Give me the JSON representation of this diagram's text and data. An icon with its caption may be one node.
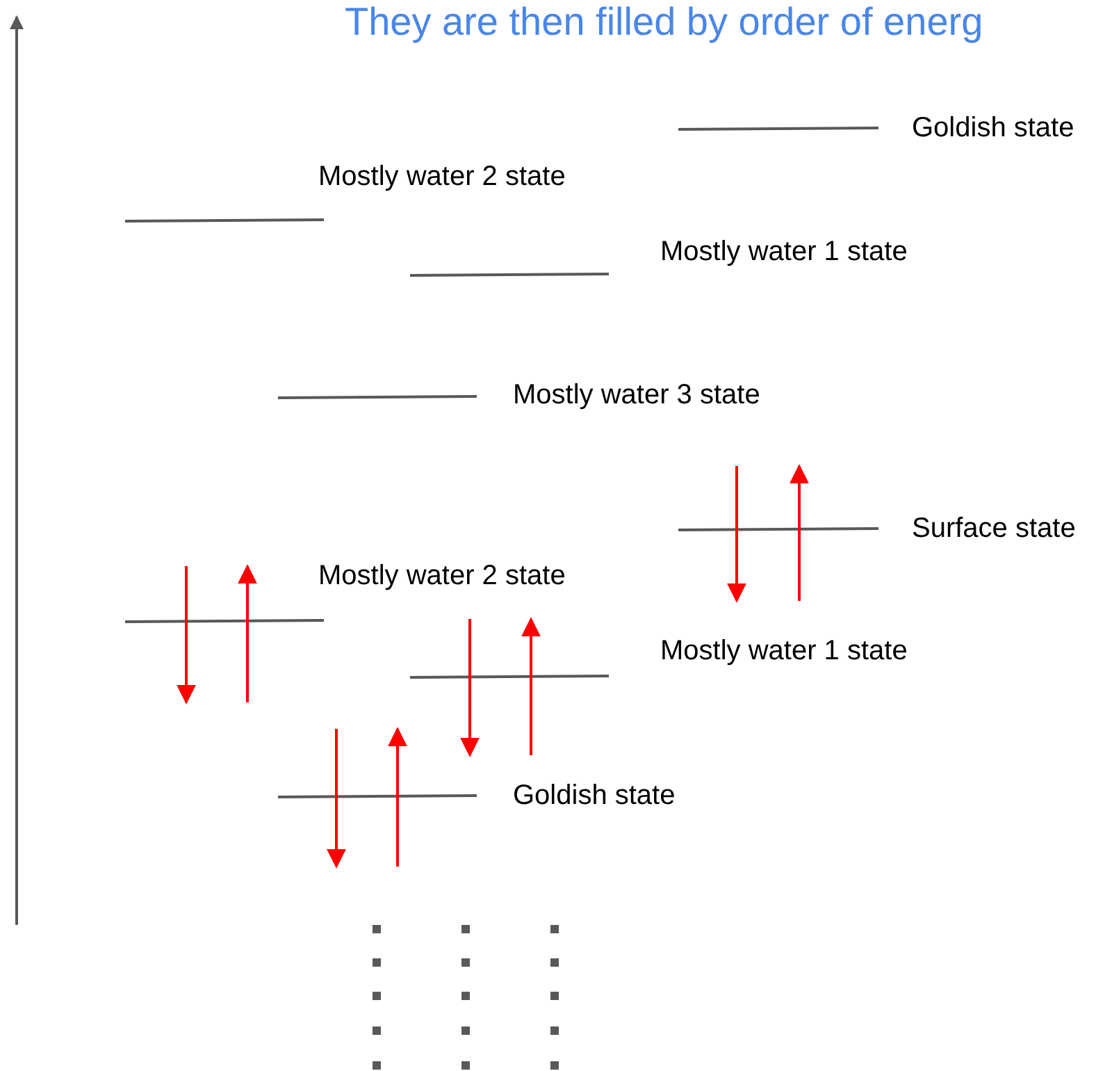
{
  "diagram": {
    "title": "They are then filled by order of energ",
    "labels": [
      "Goldish state",
      "Mostly water 2 state",
      "Mostly water 1 state",
      "Mostly water 3 state",
      "Surface state",
      "Mostly water 2 state",
      "Mostly water 1 state",
      "Goldish state"
    ]
  }
}
